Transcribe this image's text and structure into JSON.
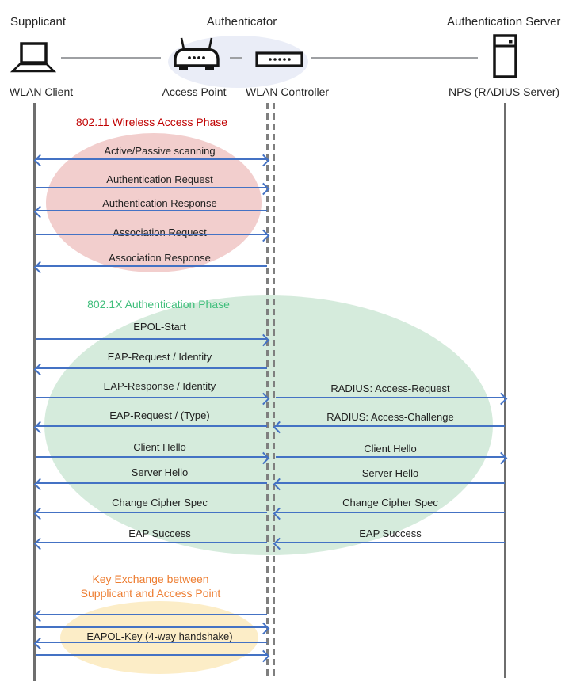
{
  "header": {
    "roles": [
      {
        "label": "Supplicant"
      },
      {
        "label": "Authenticator"
      },
      {
        "label": "Authentication Server"
      }
    ],
    "devices": [
      {
        "label": "WLAN Client",
        "icon": "laptop-icon"
      },
      {
        "label": "Access Point",
        "icon": "access-point-icon"
      },
      {
        "label": "WLAN Controller",
        "icon": "wlan-controller-icon"
      },
      {
        "label": "NPS (RADIUS Server)",
        "icon": "server-icon"
      }
    ]
  },
  "phases": [
    {
      "title": "802.11 Wireless Access Phase",
      "title_color": "#C00000",
      "ellipse_color": "#F2CECD"
    },
    {
      "title": "802.1X Authentication Phase",
      "title_color": "#3FBE7B",
      "ellipse_color": "#D5EBDC"
    },
    {
      "title_line1": "Key Exchange between",
      "title_line2": "Supplicant and Access Point",
      "title_color": "#ED7D31",
      "ellipse_color": "#FCEDC7"
    }
  ],
  "messages": {
    "phase1": [
      {
        "label": "Active/Passive scanning",
        "direction": "both"
      },
      {
        "label": "Authentication Request",
        "direction": "right"
      },
      {
        "label": "Authentication Response",
        "direction": "left"
      },
      {
        "label": "Association Request",
        "direction": "right"
      },
      {
        "label": "Association Response",
        "direction": "left"
      }
    ],
    "phase2_left": [
      {
        "label": "EPOL-Start",
        "direction": "right"
      },
      {
        "label": "EAP-Request / Identity",
        "direction": "left"
      },
      {
        "label": "EAP-Response / Identity",
        "direction": "right"
      },
      {
        "label": "EAP-Request / (Type)",
        "direction": "left"
      },
      {
        "label": "Client Hello",
        "direction": "right"
      },
      {
        "label": "Server Hello",
        "direction": "left"
      },
      {
        "label": "Change Cipher Spec",
        "direction": "left"
      },
      {
        "label": "EAP Success",
        "direction": "left"
      }
    ],
    "phase2_right": [
      {
        "label": "RADIUS: Access-Request",
        "direction": "right"
      },
      {
        "label": "RADIUS: Access-Challenge",
        "direction": "left"
      },
      {
        "label": "Client Hello",
        "direction": "right"
      },
      {
        "label": "Server Hello",
        "direction": "left"
      },
      {
        "label": "Change Cipher Spec",
        "direction": "left"
      },
      {
        "label": "EAP Success",
        "direction": "left"
      }
    ],
    "phase3": [
      {
        "label": "",
        "direction": "left"
      },
      {
        "label": "",
        "direction": "right"
      },
      {
        "label": "EAPOL-Key (4-way handshake)",
        "direction": "left"
      },
      {
        "label": "",
        "direction": "right"
      }
    ]
  },
  "colors": {
    "arrow": "#4472C4",
    "lifeline": "#6E6E6E",
    "authenticator_ellipse": "#EAEDF7",
    "phase1_ellipse": "#F2CECD",
    "phase2_ellipse": "#D5EBDC",
    "phase3_ellipse": "#FCEDC7"
  }
}
